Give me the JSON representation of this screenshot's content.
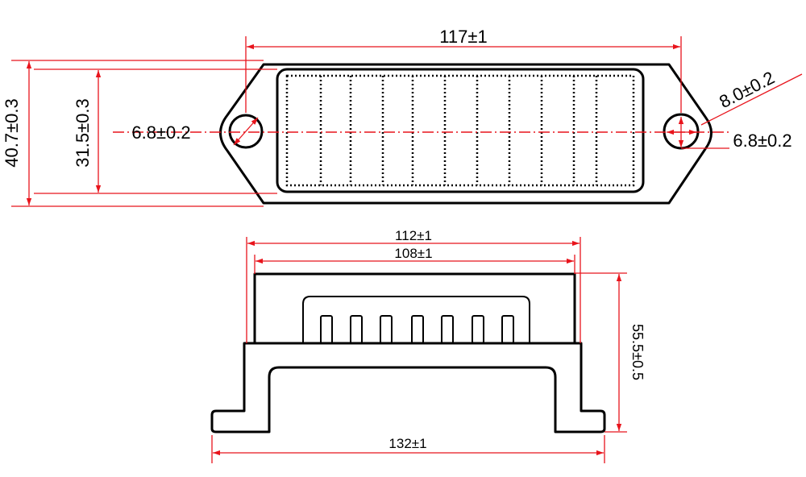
{
  "top_view": {
    "overall_length": "117±1",
    "overall_height": "40.7±0.3",
    "panel_height": "31.5±0.3",
    "left_hole": "6.8±0.2",
    "right_hole_v": "6.8±0.2",
    "ear_width": "8.0±0.2"
  },
  "front_view": {
    "outer_top_width": "112±1",
    "inner_top_width": "108±1",
    "height": "55.5±0.5",
    "base_width": "132±1"
  },
  "colors": {
    "dimension": "#e8141c",
    "outline": "#000000"
  }
}
